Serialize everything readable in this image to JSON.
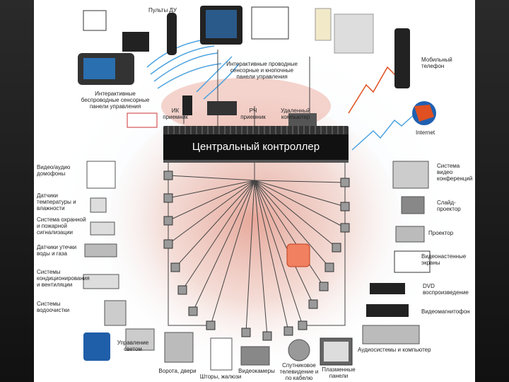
{
  "diagram": {
    "title": "Центральный контроллер",
    "labels": {
      "remote": "Пульты ДУ",
      "touch_panels": "Интерактивные проводные\nсенсорные и кнопочные\nпанели управления",
      "wireless_panels": "Интерактивные\nбеспроводные сенсорные\nпанели управления",
      "ir_receiver": "ИК\nприемник",
      "rf_receiver": "РЧ\nприемник",
      "remote_computer": "Удаленный\nкомпьютер",
      "mobile_phone": "Мобильный\nтелефон",
      "internet": "Internet",
      "intercom": "Видео/аудио\nдомофоны",
      "temp_sensors": "Датчики\nтемпературы и\nвлажности",
      "security": "Система охранной\nи пожарной\nсигнализации",
      "leak_sensors": "Датчики утечки\nводы и газа",
      "climate": "Системы\nкондиционирования\nи вентиляции",
      "water": "Системы\nводоочистки",
      "videoconf": "Система\nвидео\nконференций",
      "slide_projector": "Слайд-\nпроектор",
      "projector": "Проектор",
      "screens": "Видеонастенные\nэкраны",
      "dvd": "DVD\nвоспроизведение",
      "vcr": "Видеомагнитофон",
      "audio": "Аудиосистемы и компьютер",
      "lighting": "Управление\nсветом",
      "gates": "Ворота, двери",
      "blinds": "Шторы, жалюзи",
      "cameras": "Видеокамеры",
      "satellite": "Спутниковое\nтелевидение и\nпо кабелю",
      "tv": "Плазменные\nпанели"
    },
    "colors": {
      "banner": "#111111",
      "lines": "#444444",
      "glow": "#e8a090",
      "radio": "#4da3e0",
      "cellular": "#e05020"
    }
  }
}
